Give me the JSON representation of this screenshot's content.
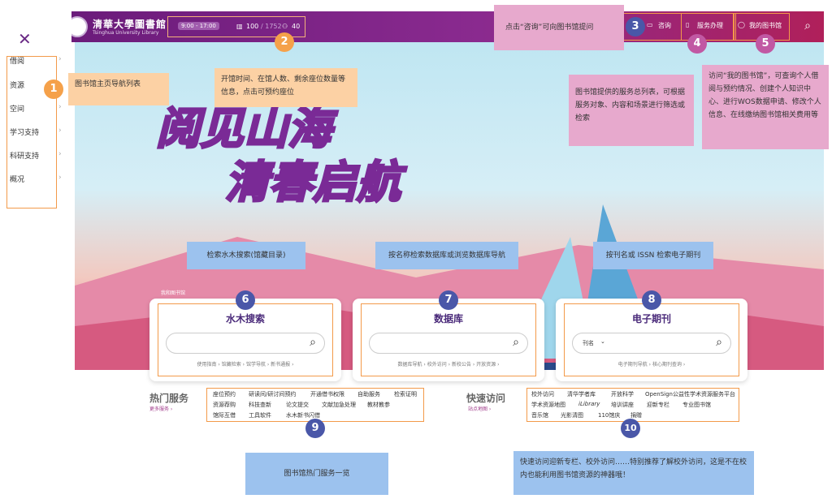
{
  "header": {
    "logo_cn": "清華大學圖書館",
    "logo_en": "Tsinghua University Library",
    "hours": "9:00 - 17:00",
    "occupancy": "100",
    "capacity": "/ 1752",
    "seats": "40",
    "nav": {
      "consult": "咨询",
      "services": "服务办理",
      "my_library": "我的图书馆"
    }
  },
  "sidebar": {
    "items": [
      "借阅",
      "资源",
      "空间",
      "学习支持",
      "科研支持",
      "概况"
    ]
  },
  "callouts": {
    "c1": "图书馆主页导航列表",
    "c2": "开馆时间、在馆人数、剩余座位数量等信息，点击可预约座位",
    "c3": "点击“咨询”可向图书馆提问",
    "c4": "图书馆提供的服务总列表，可根据服务对象、内容和场景进行筛选或检索",
    "c5": "访问“我的图书馆”，可查询个人借阅与预约情况、创建个人知识中心、进行WOS数据申请、修改个人信息、在线缴纳图书馆相关费用等",
    "c6": "检索水木搜索(馆藏目录)",
    "c7": "按名称检索数据库或浏览数据库导航",
    "c8": "按刊名或 ISSN 检索电子期刊",
    "c9": "图书馆热门服务一览",
    "c10": "快速访问迎新专栏、校外访问……特别推荐了解校外访问，这是不在校内也能利用图书馆资源的神器哦！"
  },
  "numbers": [
    "1",
    "2",
    "3",
    "4",
    "5",
    "6",
    "7",
    "8",
    "9",
    "10"
  ],
  "hero": {
    "line1": "阅见山海",
    "line2": "清春启航",
    "tag": "我和图书馆"
  },
  "cards": [
    {
      "title": "水木搜索",
      "links": "使用指南 ›   馆藏检索 ›   馆学导航 ›   新书通报 ›",
      "prefix": ""
    },
    {
      "title": "数据库",
      "links": "数据库导航 ›   校外访问 ›   新校公告 ›   开放资源 ›",
      "prefix": ""
    },
    {
      "title": "电子期刊",
      "links": "电子期刊导航 ›   核心期刊查询 ›",
      "prefix": "刊名"
    }
  ],
  "hot": {
    "title": "热门服务",
    "more": "更多服务 ›",
    "rows": [
      [
        "座位预约",
        "研读间/研讨间预约",
        "开通借书权限",
        "自助服务",
        "检索证明"
      ],
      [
        "资源荐购",
        "科技查新",
        "论文提交",
        "文献加急处理",
        "教材教参"
      ],
      [
        "馆际互借",
        "工具软件",
        "水木新书闪借"
      ]
    ]
  },
  "quick": {
    "title": "快速访问",
    "more": "站点地图 ›",
    "rows": [
      [
        "校外访问",
        "清华学者库",
        "开放科学",
        "OpenSign公益性学术资源服务平台"
      ],
      [
        "学术资源地图",
        "iLibrary",
        "培训讲座",
        "迎新专栏",
        "专业图书馆"
      ],
      [
        "音乐馆",
        "光影清图",
        "110馆庆",
        "捐赠"
      ]
    ]
  }
}
